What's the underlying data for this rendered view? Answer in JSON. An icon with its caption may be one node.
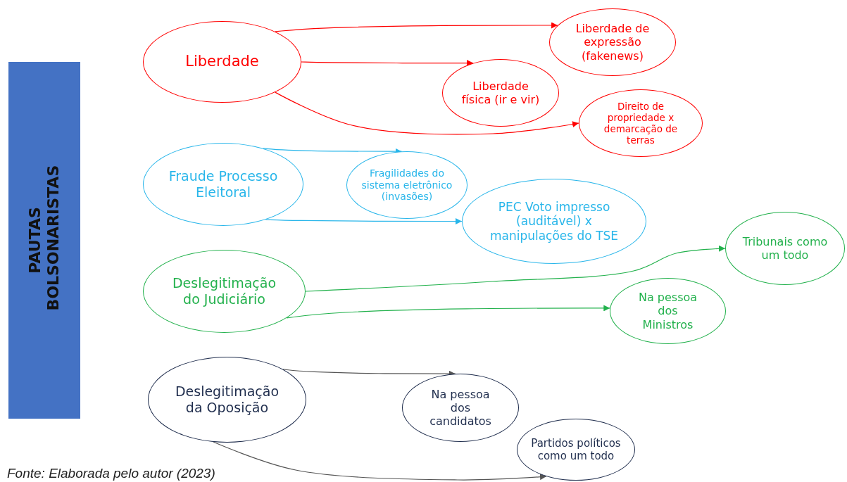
{
  "diagram": {
    "caption": "Fonte: Elaborada pelo autor (2023)",
    "nodes": [
      {
        "text": [
          "PAUTAS BOLSONARISTAS"
        ]
      },
      {
        "text": [
          "Liberdade"
        ]
      },
      {
        "text": [
          "Liberdade de expressão (fakenews)"
        ]
      },
      {
        "text": [
          "Liberdade física (ir e vir)"
        ]
      },
      {
        "text": [
          "Direito de propriedade x demarcação de terras"
        ]
      },
      {
        "text": [
          "Fraude Processo Eleitoral"
        ]
      },
      {
        "text": [
          "Fragilidades do sistema eletrônico (invasões)"
        ]
      },
      {
        "text": [
          "PEC Voto impresso (auditável) x manipulações do TSE"
        ]
      },
      {
        "text": [
          "Deslegitimação do Judiciário"
        ]
      },
      {
        "text": [
          "Tribunais como um todo"
        ]
      },
      {
        "text": [
          "Na pessoa dos Ministros"
        ]
      },
      {
        "text": [
          "Deslegitimação da Oposição"
        ]
      },
      {
        "text": [
          "Na pessoa dos candidatos"
        ]
      },
      {
        "text": [
          "Partidos políticos como um todo"
        ]
      }
    ],
    "edges": [
      {
        "from": 1,
        "to": 2,
        "arrow": "to"
      },
      {
        "from": 1,
        "to": 3,
        "arrow": "to"
      },
      {
        "from": 1,
        "to": 4,
        "arrow": "to"
      },
      {
        "from": 5,
        "to": 6,
        "arrow": "to",
        "color": "#29b6ea"
      },
      {
        "from": 5,
        "to": 7,
        "arrow": "to",
        "color": "#29b6ea"
      },
      {
        "from": 8,
        "to": 9,
        "arrow": "to",
        "color": "#22b14c"
      },
      {
        "from": 8,
        "to": 10,
        "arrow": "to",
        "color": "#22b14c"
      },
      {
        "from": 11,
        "to": 12,
        "arrow": "to",
        "color": "#555555"
      },
      {
        "from": 11,
        "to": 13,
        "arrow": "to",
        "color": "#555555"
      }
    ]
  }
}
